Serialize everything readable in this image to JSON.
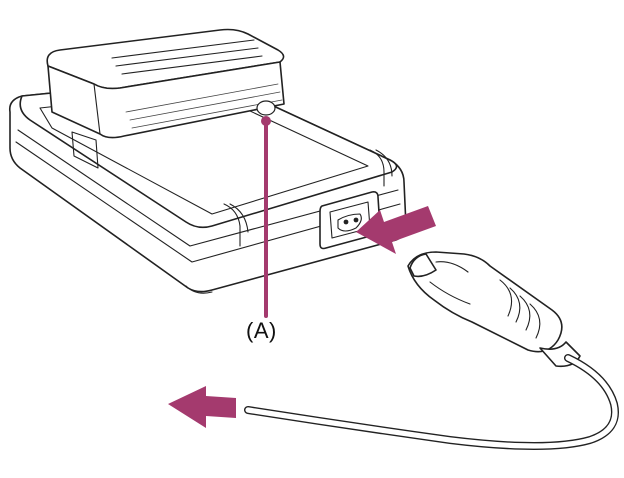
{
  "figure": {
    "callout_label": "(A)"
  },
  "parts": {
    "battery": "battery-pack",
    "charger": "battery-charger",
    "indicator": "charge-lamp",
    "power_inlet": "ac-inlet",
    "plug": "power-cord-plug",
    "cord": "power-cord"
  },
  "icons": {
    "insert_arrow": "arrow-insert-icon",
    "outlet_arrow": "arrow-to-outlet-icon"
  },
  "colors": {
    "accent": "#a43a6e",
    "line": "#222222",
    "background": "#ffffff"
  }
}
